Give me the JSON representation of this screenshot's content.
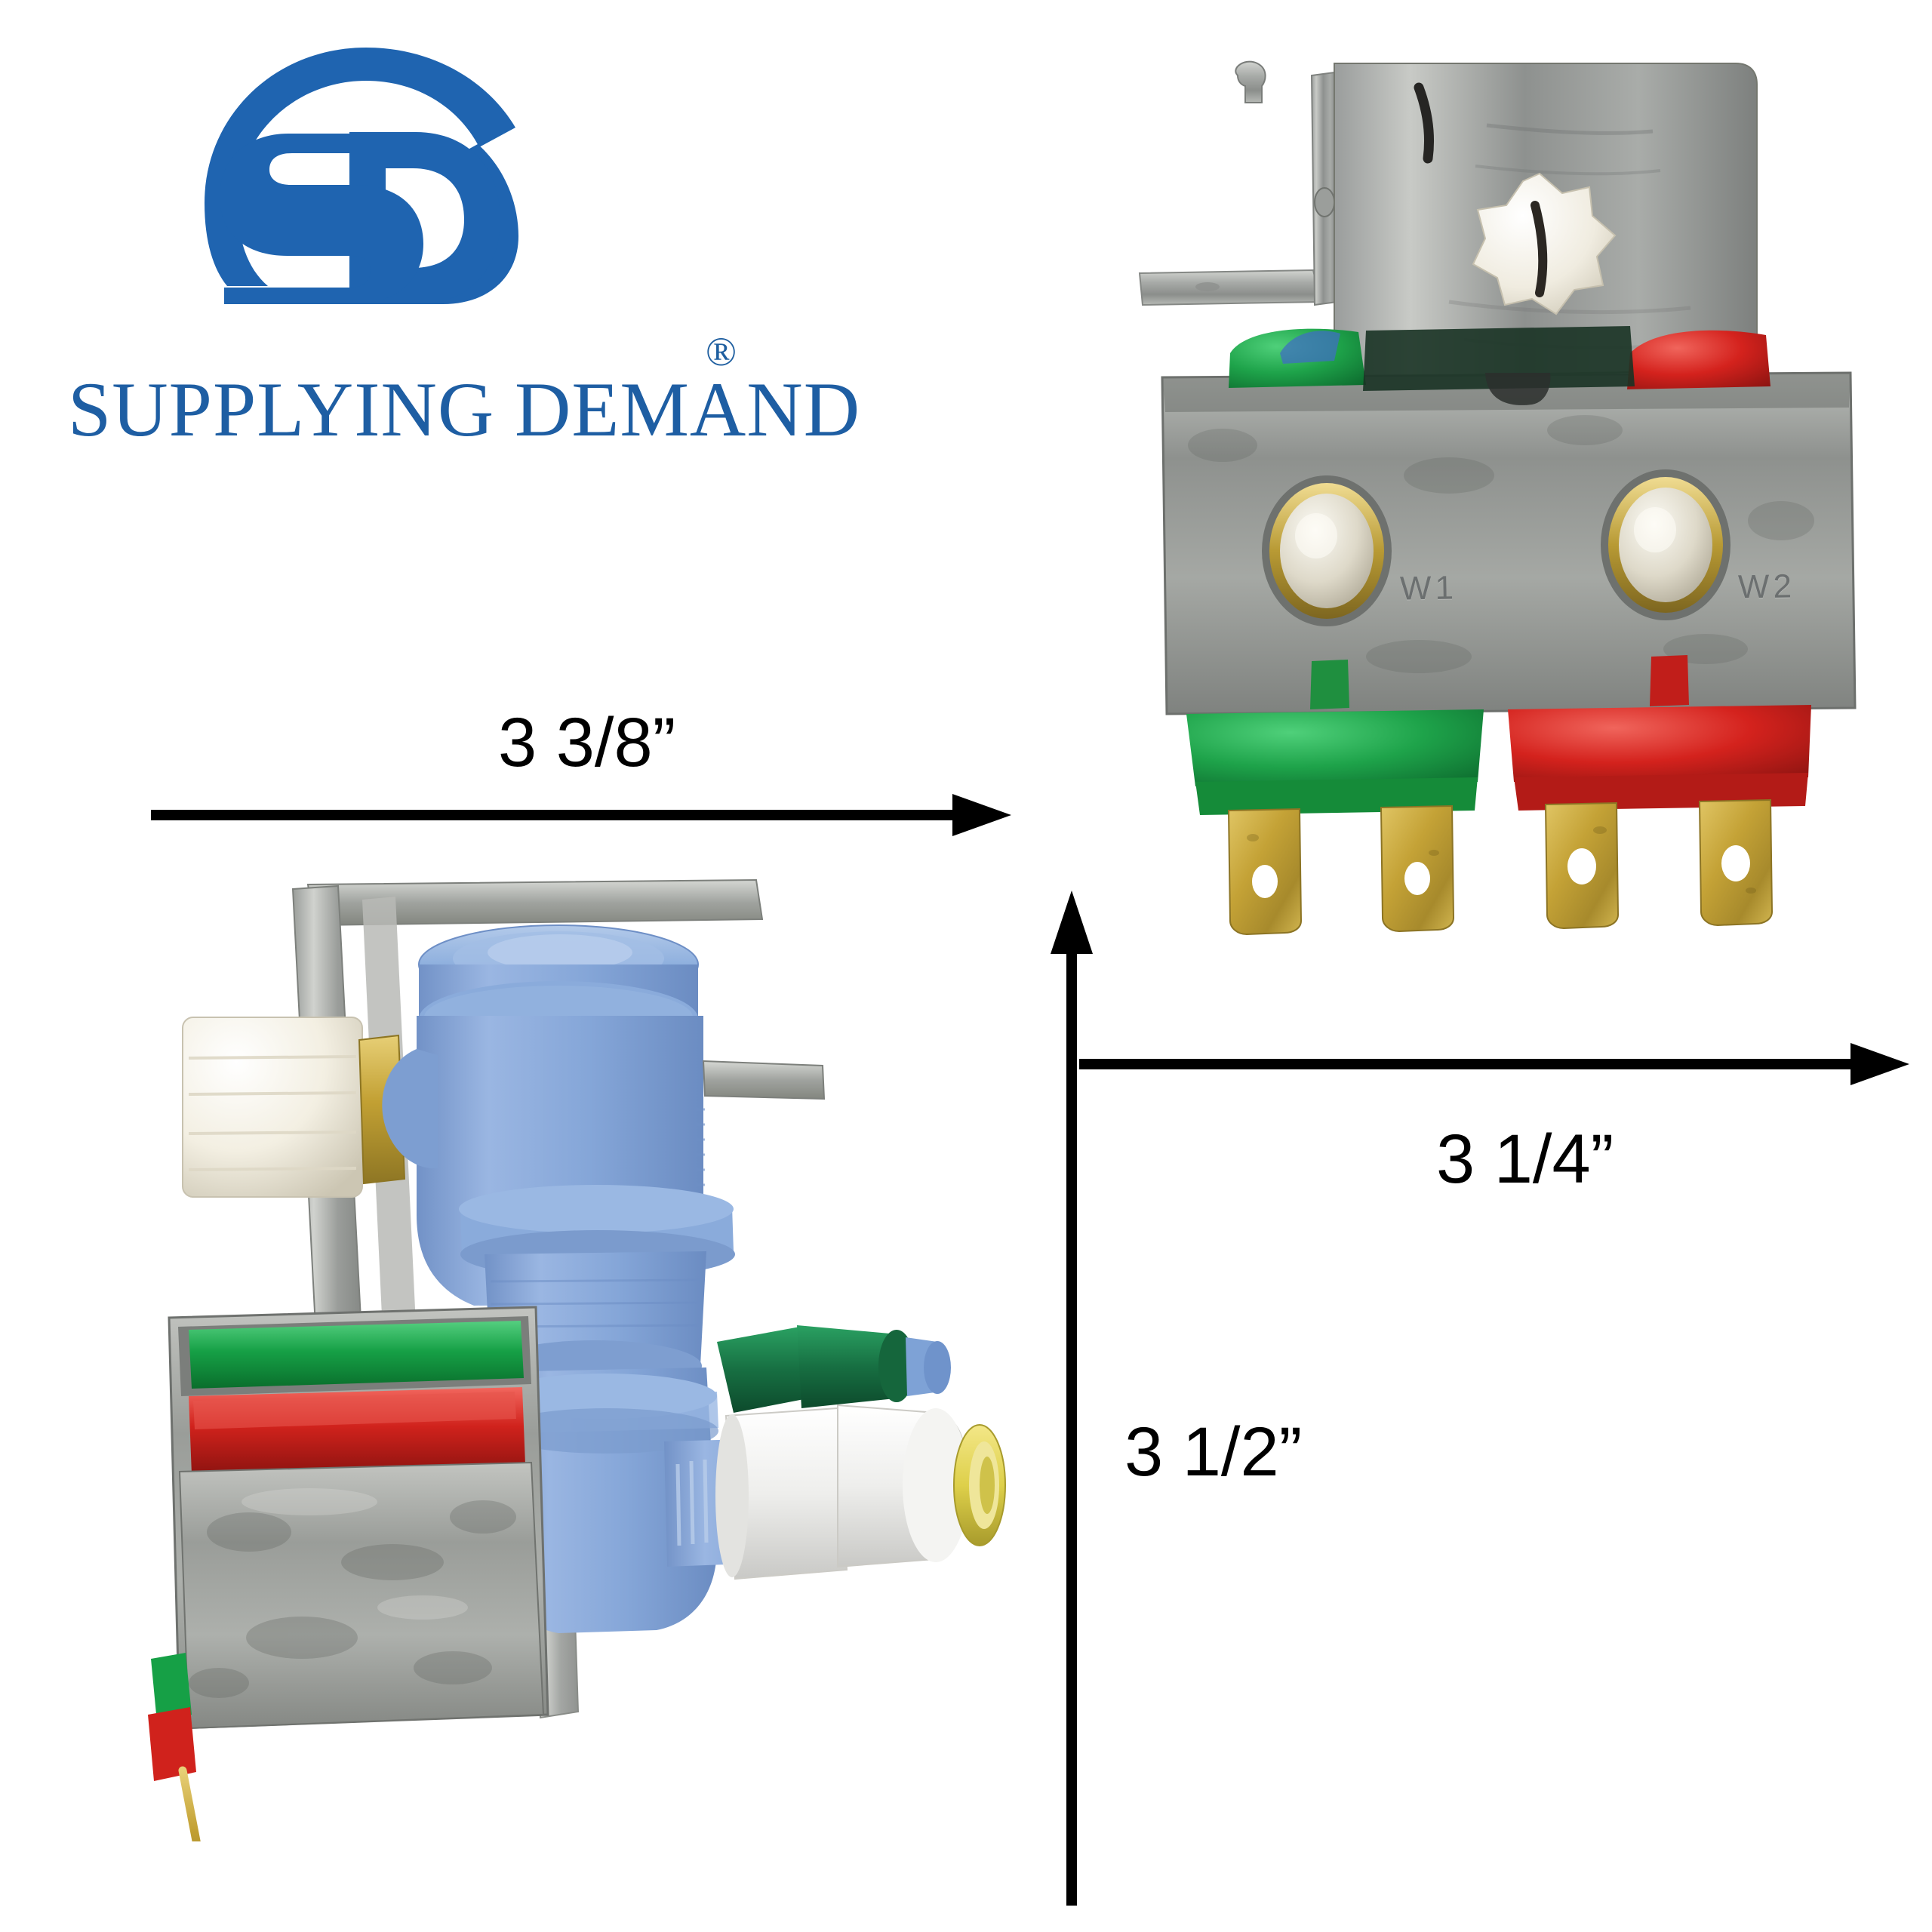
{
  "brand": {
    "logo_text": "SD",
    "logo_icon": "sd-monogram-icon",
    "registered_symbol": "®",
    "company_name": "SUPPLYING DEMAND",
    "brand_color": "#1e5ea3"
  },
  "dimensions": {
    "width": {
      "label": "3 3/8”",
      "arrow": "horizontal-right"
    },
    "depth": {
      "label": "3 1/4”",
      "arrow": "horizontal-right"
    },
    "height": {
      "label": "3 1/2”",
      "arrow": "vertical-up"
    }
  },
  "product": {
    "name": "refrigerator-water-inlet-valve",
    "views": [
      {
        "name": "front-view",
        "position": "top-right"
      },
      {
        "name": "side-view",
        "position": "bottom-left"
      }
    ],
    "markings": {
      "coil_1": "W1",
      "coil_2": "W2"
    },
    "colors": {
      "body_blue": "#8aaedb",
      "coil_green": "#1f9e42",
      "coil_red": "#d3231f",
      "bracket_metal": "#b4b6b3",
      "terminal_brass": "#c9a63a",
      "collet_yellow": "#e3d14a",
      "nut_white": "#f2efe6",
      "fitting_white": "#ececea",
      "fitting_green": "#1c7a4a"
    }
  },
  "background": "#ffffff"
}
